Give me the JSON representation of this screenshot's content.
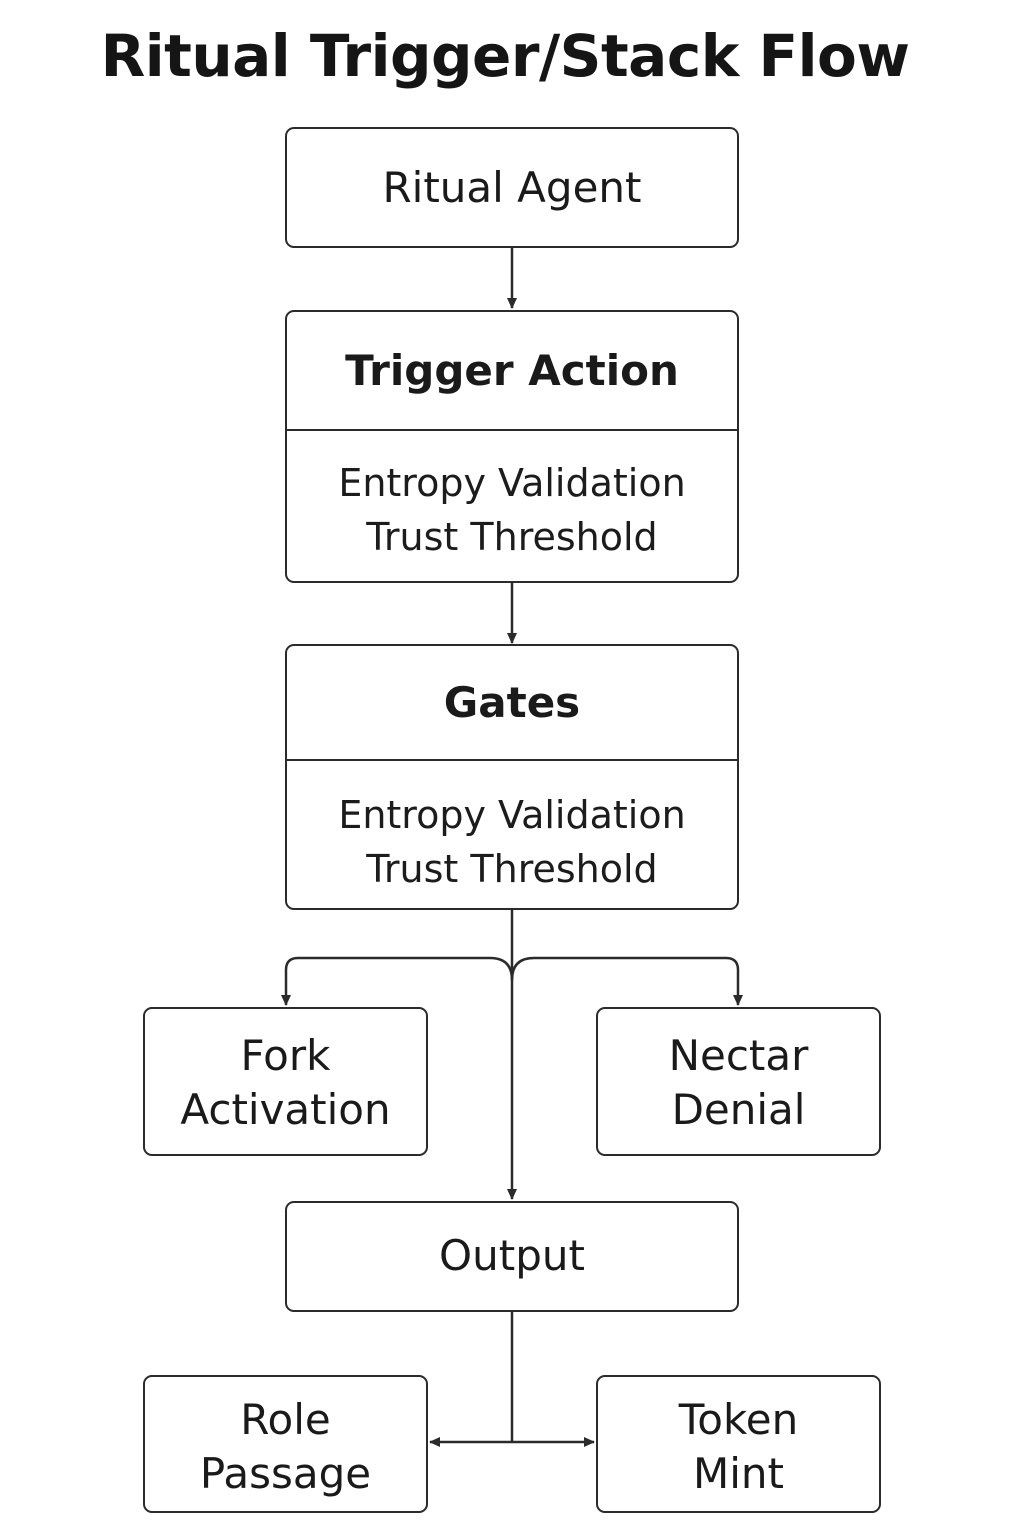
{
  "title": "Ritual Trigger/Stack Flow",
  "nodes": {
    "ritual_agent": {
      "label": "Ritual Agent"
    },
    "trigger_action": {
      "label": "Trigger Action",
      "items": "Entropy Validation\nTrust Threshold"
    },
    "gates": {
      "label": "Gates",
      "items": "Entropy Validation\nTrust Threshold"
    },
    "fork_activation": {
      "label": "Fork\nActivation"
    },
    "nectar_denial": {
      "label": "Nectar\nDenial"
    },
    "output": {
      "label": "Output"
    },
    "role_passage": {
      "label": "Role\nPassage"
    },
    "token_mint": {
      "label": "Token\nMint"
    }
  },
  "colors": {
    "line": "#2b2b2b",
    "background": "#ffffff",
    "text": "#1a1a1a"
  }
}
